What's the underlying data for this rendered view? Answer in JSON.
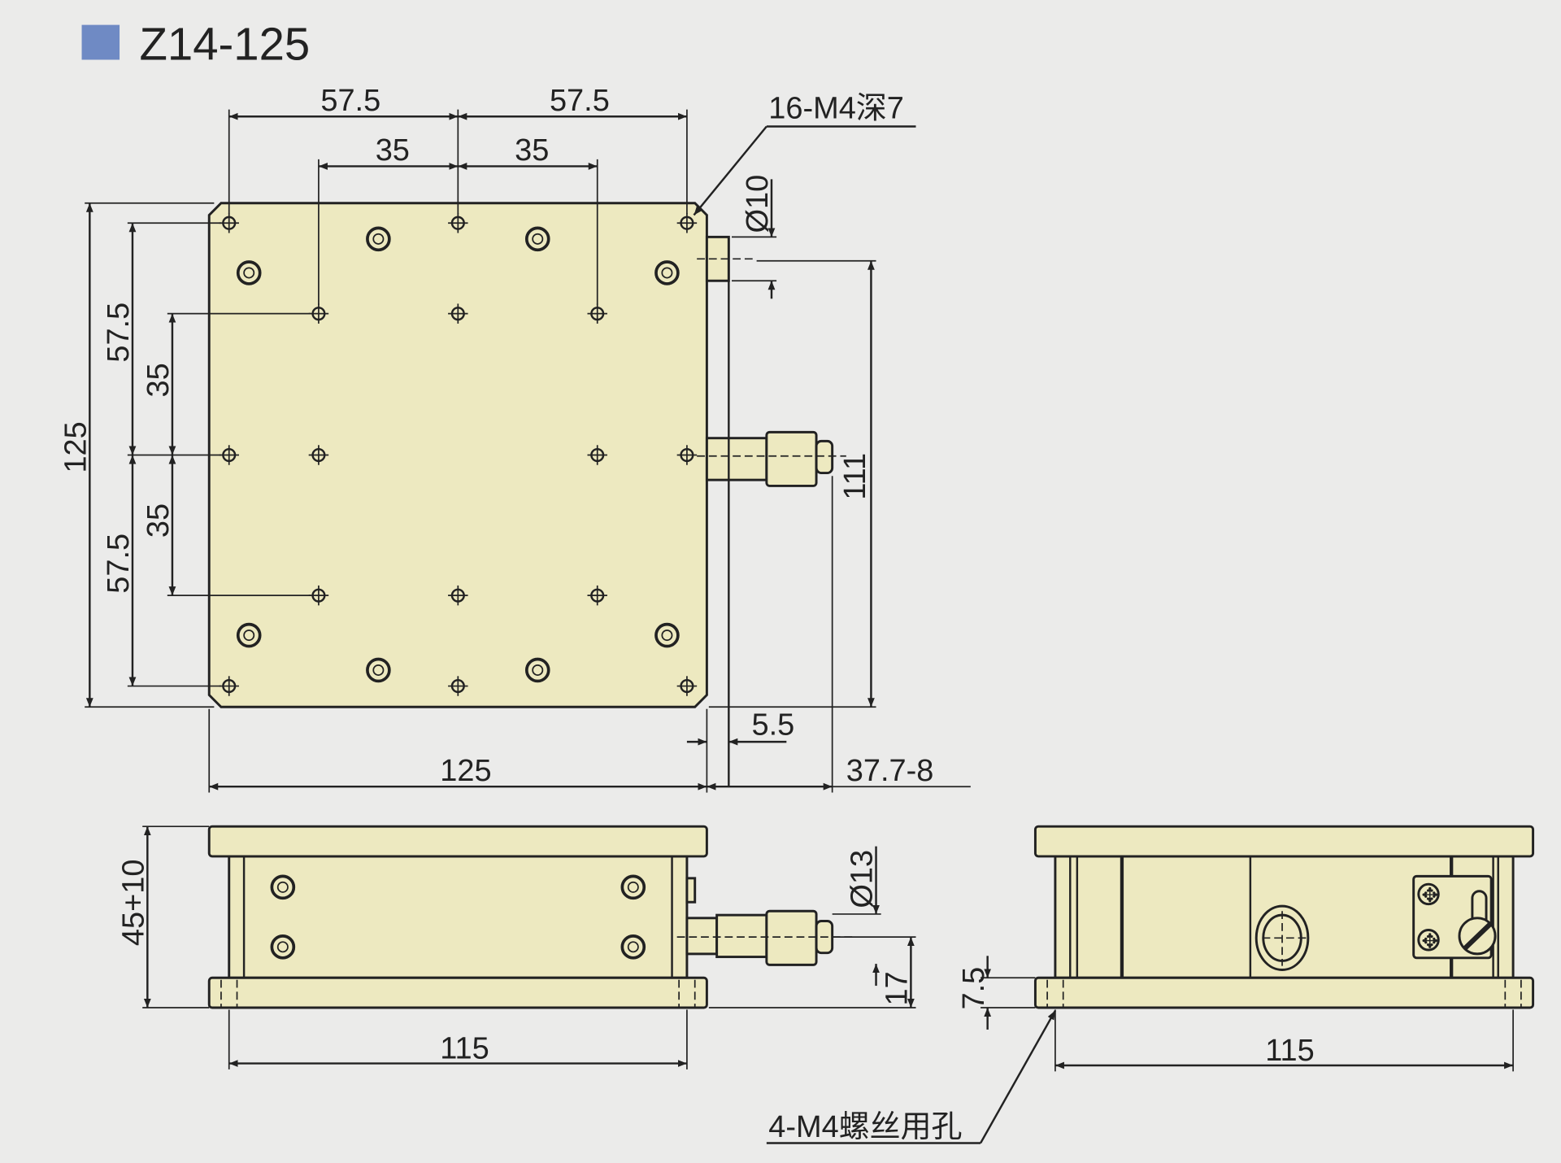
{
  "title": {
    "model": "Z14-125",
    "marker_color": "#6f8ac4"
  },
  "colors": {
    "part_fill": "#ede9c0",
    "background": "#ebebea",
    "line": "#222222"
  },
  "top_view": {
    "dim_top_outer_left": "57.5",
    "dim_top_outer_right": "57.5",
    "dim_top_inner_left": "35",
    "dim_top_inner_right": "35",
    "dim_left_total": "125",
    "dim_left_upper": "57.5",
    "dim_left_lower": "57.5",
    "dim_left_inner_upper": "35",
    "dim_left_inner_lower": "35",
    "dim_bottom_width": "125",
    "dim_offset": "5.5",
    "dim_travel": "37.7-8",
    "dim_right_height": "111",
    "dim_knob_dia": "Ø10",
    "hole_callout": "16-M4深7"
  },
  "front_view": {
    "dim_height": "45+10",
    "dim_micrometer_dia": "Ø13",
    "dim_micrometer_height": "17",
    "dim_base_pitch": "115"
  },
  "side_view": {
    "dim_base_thickness": "7.5",
    "dim_base_pitch": "115",
    "hole_callout": "4-M4螺丝用孔"
  }
}
